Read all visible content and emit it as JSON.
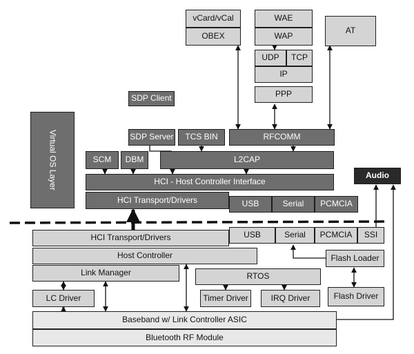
{
  "upper": {
    "vcard": "vCard/vCal",
    "obex": "OBEX",
    "wae": "WAE",
    "wap": "WAP",
    "udp": "UDP",
    "tcp": "TCP",
    "ip": "IP",
    "ppp": "PPP",
    "at": "AT",
    "sdp_client": "SDP Client",
    "sdp_server": "SDP Server",
    "tcs_bin": "TCS BIN",
    "rfcomm": "RFCOMM",
    "scm": "SCM",
    "dbm": "DBM",
    "l2cap": "L2CAP",
    "virtual_os": "Virtual OS Layer",
    "hci": "HCI -  Host Controller Interface",
    "hci_transport": "HCI Transport/Drivers",
    "usb": "USB",
    "serial": "Serial",
    "pcmcia": "PCMCIA",
    "audio": "Audio"
  },
  "lower": {
    "hci_transport": "HCI Transport/Drivers",
    "usb": "USB",
    "serial": "Serial",
    "pcmcia": "PCMCIA",
    "ssi": "SSI",
    "host_controller": "Host Controller",
    "flash_loader": "Flash Loader",
    "link_manager": "Link Manager",
    "rtos": "RTOS",
    "lc_driver": "LC Driver",
    "timer_driver": "Timer Driver",
    "irq_driver": "IRQ Driver",
    "flash_driver": "Flash Driver",
    "baseband": "Baseband w/ Link Controller ASIC",
    "rf_module": "Bluetooth RF Module"
  },
  "colors": {
    "light_box": "#d4d4d4",
    "dark_box": "#6e6e6e",
    "audio_box": "#2a2a2a",
    "lines": "#111111"
  }
}
